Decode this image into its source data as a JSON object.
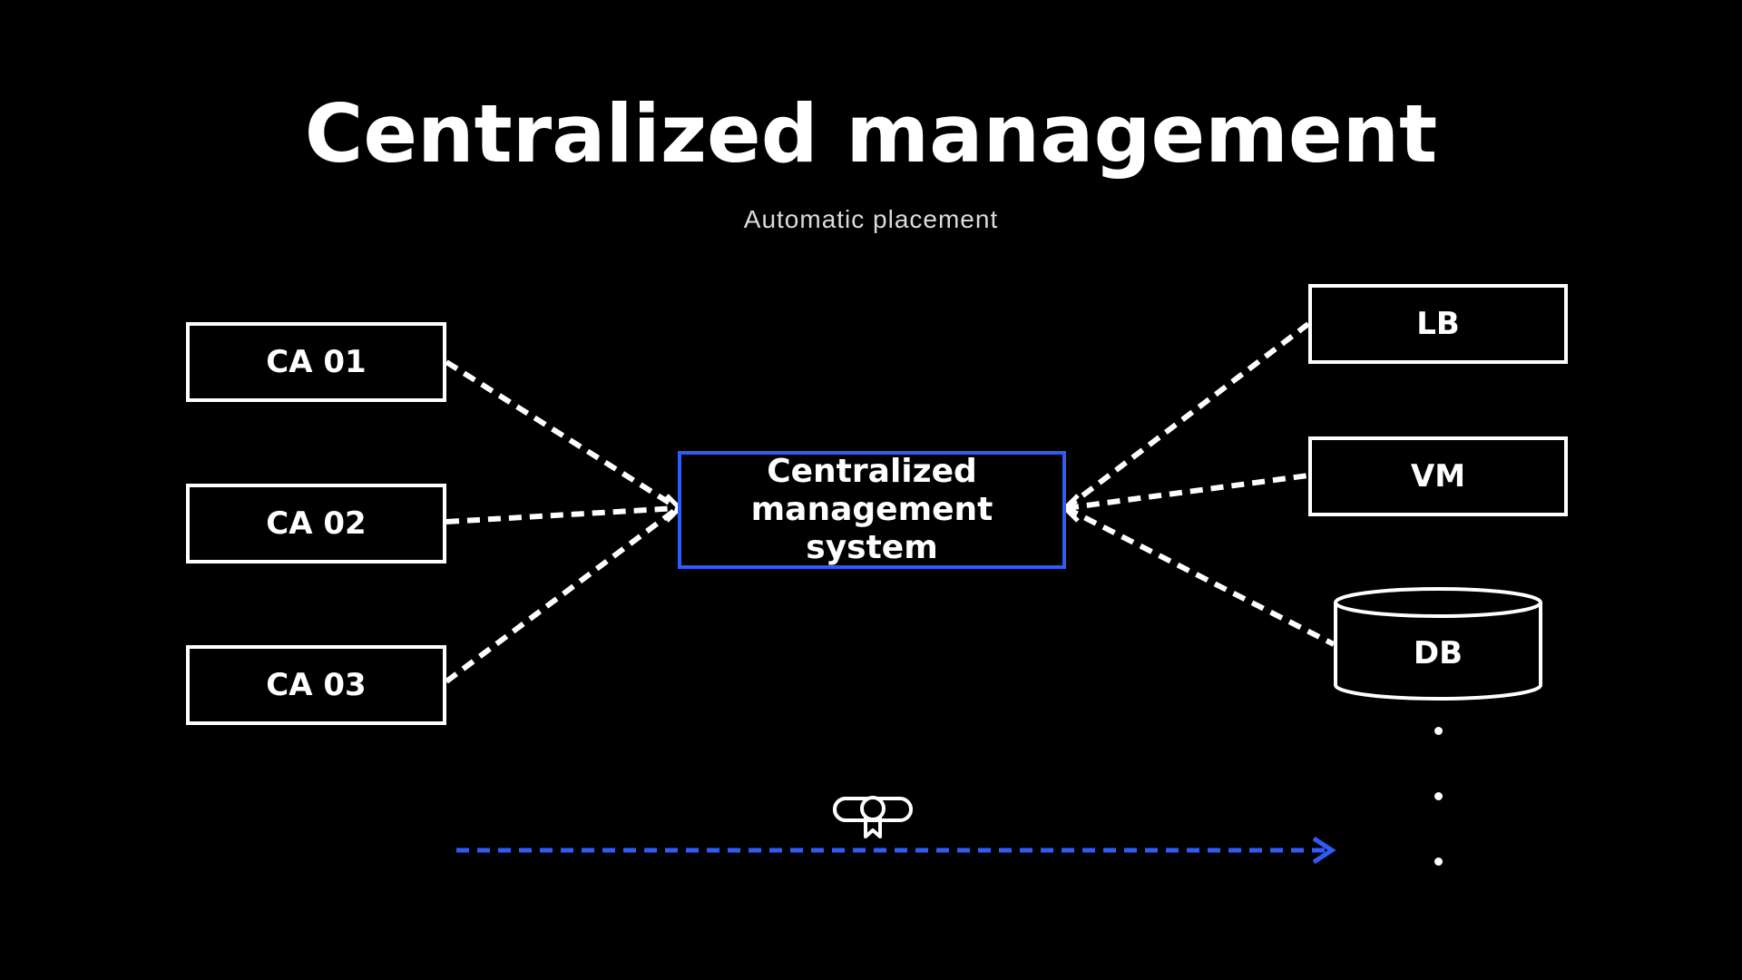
{
  "title": "Centralized management",
  "subtitle": "Automatic placement",
  "sources": [
    {
      "label": "CA 01"
    },
    {
      "label": "CA 02"
    },
    {
      "label": "CA 03"
    }
  ],
  "center": {
    "line1": "Centralized",
    "line2": "management system"
  },
  "targets": [
    {
      "label": "LB"
    },
    {
      "label": "VM"
    },
    {
      "label": "DB"
    }
  ],
  "colors": {
    "background": "#000000",
    "foreground": "#ffffff",
    "accent": "#2f5cf6"
  },
  "icons": {
    "certificate": "certificate-icon",
    "continuation": "vertical-ellipsis"
  }
}
